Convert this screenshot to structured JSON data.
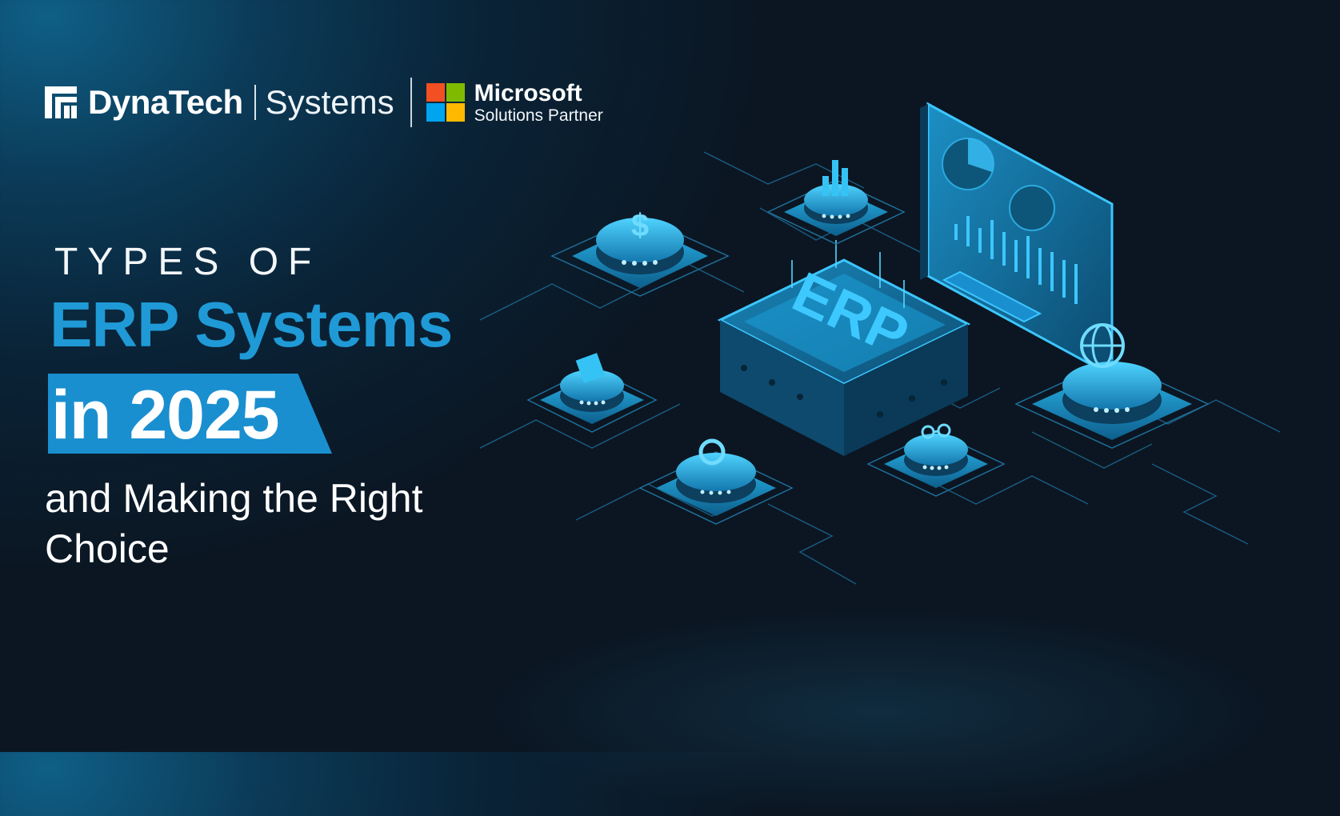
{
  "brand": {
    "name_bold": "DynaTech",
    "name_light": "Systems",
    "partner_name": "Microsoft",
    "partner_sub": "Solutions Partner",
    "ms_colors": [
      "#f25022",
      "#7fba00",
      "#00a4ef",
      "#ffb900"
    ]
  },
  "headline": {
    "kicker": "TYPES OF",
    "title": "ERP Systems",
    "year_line": "in 2025",
    "subtitle_line1": "and Making the Right",
    "subtitle_line2": "Choice"
  },
  "illustration": {
    "center_label": "ERP",
    "icons": [
      "chart-icon",
      "dollar-icon",
      "hand-coin-icon",
      "money-icon",
      "gear-network-icon",
      "globe-icon",
      "dashboard-monitor-icon"
    ]
  },
  "colors": {
    "accent_blue": "#1f9ad6",
    "band_blue": "#1a8fd0",
    "glow_cyan": "#39c6ff"
  }
}
